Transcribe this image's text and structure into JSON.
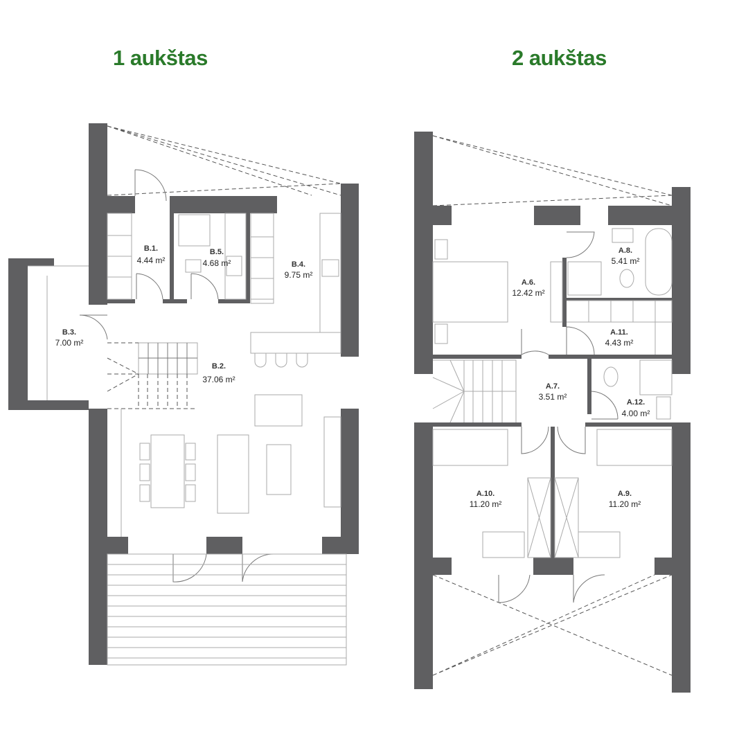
{
  "floors": [
    {
      "title": "1 aukštas",
      "rooms": [
        {
          "id": "B.1.",
          "area": "4.44 m²"
        },
        {
          "id": "B.2.",
          "area": "37.06 m²"
        },
        {
          "id": "B.3.",
          "area": "7.00 m²"
        },
        {
          "id": "B.4.",
          "area": "9.75 m²"
        },
        {
          "id": "B.5.",
          "area": "4.68 m²"
        }
      ]
    },
    {
      "title": "2 aukštas",
      "rooms": [
        {
          "id": "A.6.",
          "area": "12.42 m²"
        },
        {
          "id": "A.7.",
          "area": "3.51 m²"
        },
        {
          "id": "A.8.",
          "area": "5.41 m²"
        },
        {
          "id": "A.9.",
          "area": "11.20 m²"
        },
        {
          "id": "A.10.",
          "area": "11.20 m²"
        },
        {
          "id": "A.11.",
          "area": "4.43 m²"
        },
        {
          "id": "A.12.",
          "area": "4.00 m²"
        }
      ]
    }
  ],
  "colors": {
    "title": "#2a7a2a",
    "wall": "#5f5f61"
  }
}
